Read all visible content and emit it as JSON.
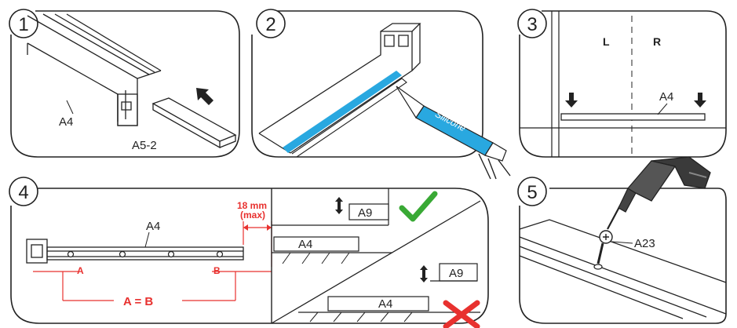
{
  "steps": [
    "1",
    "2",
    "3",
    "4",
    "5"
  ],
  "panel1": {
    "part_main": "A4",
    "part_insert": "A5-2"
  },
  "panel2": {
    "tube_label": "Silicone"
  },
  "panel3": {
    "left": "L",
    "right": "R",
    "part": "A4"
  },
  "panel4": {
    "part": "A4",
    "gap_value": "18 mm",
    "gap_note": "(max)",
    "mark_a": "A",
    "mark_b": "B",
    "equation": "A = B",
    "ok_part_top": "A9",
    "ok_part_bottom": "A4",
    "bad_part_top": "A9",
    "bad_part_bottom": "A4"
  },
  "panel5": {
    "screw": "A23"
  },
  "colors": {
    "line": "#222222",
    "silicone": "#29a8e0",
    "check": "#39a935",
    "cross": "#e8312f",
    "measure": "#e8312f"
  },
  "icons": [
    "push-arrow-icon",
    "down-arrow-icon",
    "double-arrow-icon",
    "check-icon",
    "cross-icon",
    "screwdriver-icon",
    "screw-head-icon"
  ]
}
